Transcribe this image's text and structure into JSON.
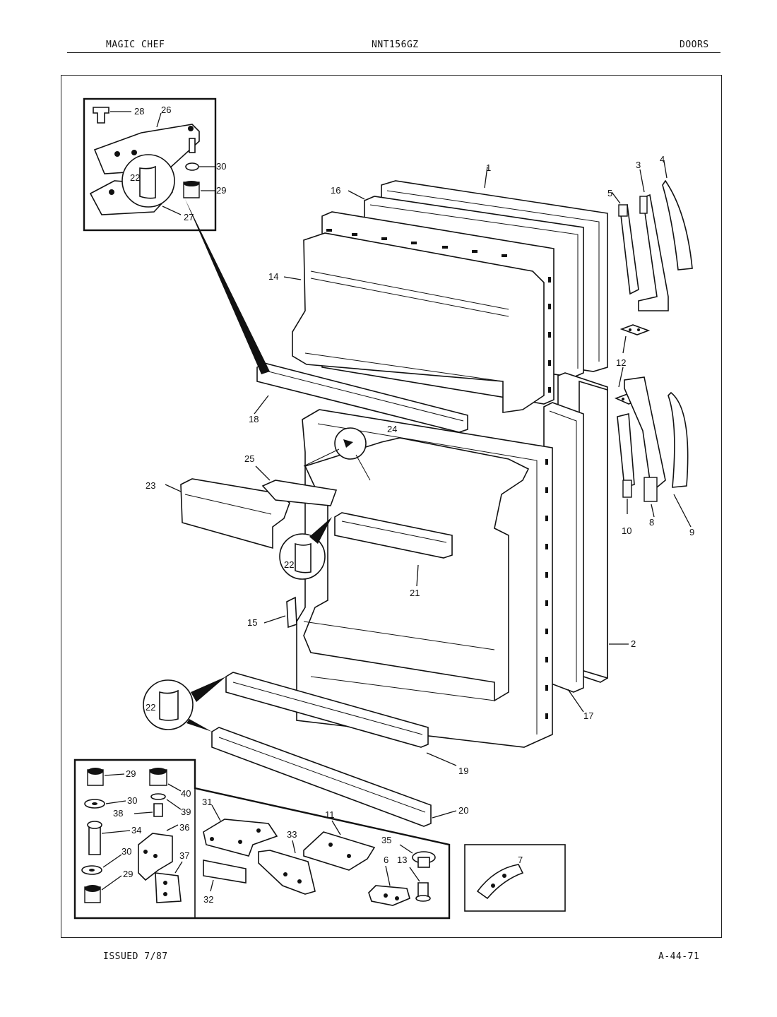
{
  "header": {
    "brand": "MAGIC CHEF",
    "model": "NNT156GZ",
    "section": "DOORS"
  },
  "footer": {
    "issued": "ISSUED 7/87",
    "page_code": "A-44-71"
  },
  "callouts": {
    "c1": "1",
    "c2": "2",
    "c3": "3",
    "c4": "4",
    "c5": "5",
    "c6": "6",
    "c7": "7",
    "c8": "8",
    "c9": "9",
    "c10": "10",
    "c11": "11",
    "c12": "12",
    "c13": "13",
    "c14": "14",
    "c15": "15",
    "c16": "16",
    "c17": "17",
    "c18": "18",
    "c19": "19",
    "c20": "20",
    "c21": "21",
    "c22": "22",
    "c23": "23",
    "c24": "24",
    "c25": "25",
    "c26": "26",
    "c27": "27",
    "c28": "28",
    "c29": "29",
    "c30": "30",
    "c31": "31",
    "c32": "32",
    "c33": "33",
    "c34": "34",
    "c35": "35",
    "c36": "36",
    "c37": "37",
    "c38": "38",
    "c39": "39",
    "c40": "40"
  }
}
